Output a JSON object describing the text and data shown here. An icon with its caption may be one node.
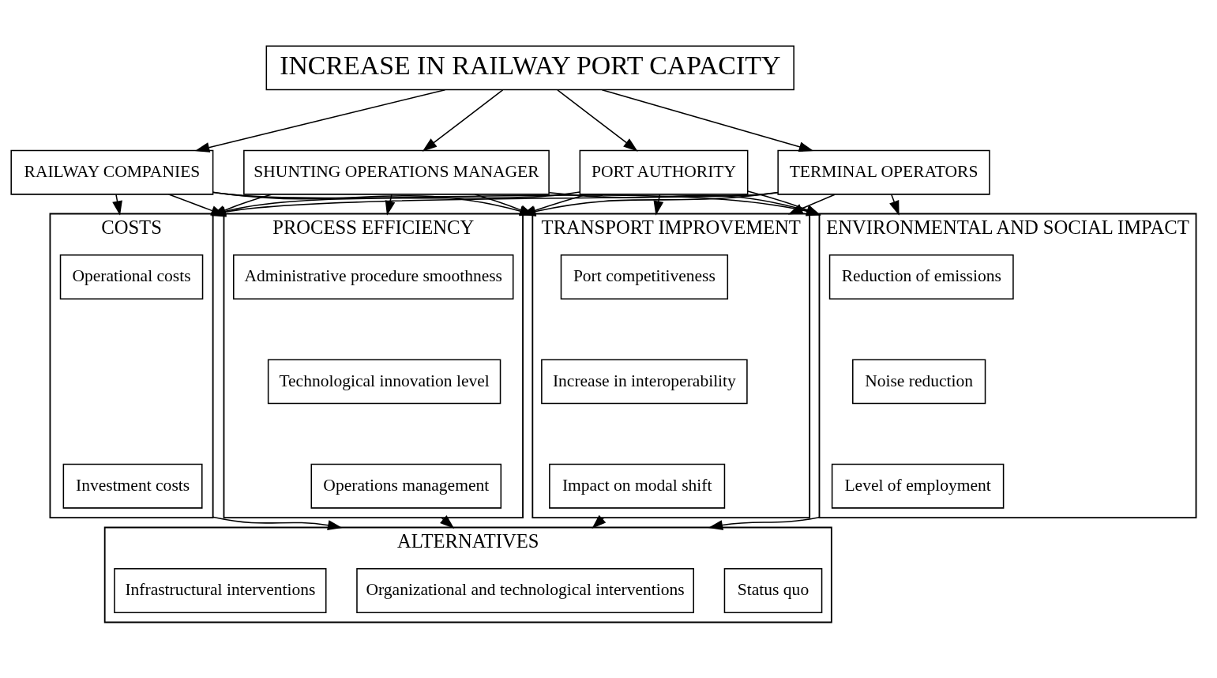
{
  "diagram": {
    "nodes": [
      {
        "text": [
          "INCREASE IN RAILWAY PORT CAPACITY"
        ]
      },
      {
        "text": [
          "PORT AUTHORITY"
        ]
      },
      {
        "text": [
          "TERMINAL OPERATORS"
        ]
      },
      {
        "text": [
          "RAILWAY COMPANIES"
        ]
      },
      {
        "text": [
          "SHUNTING OPERATIONS MANAGER"
        ]
      },
      {
        "text": [
          "COSTS"
        ]
      },
      {
        "text": [
          "Operational costs"
        ],
        "in": 5
      },
      {
        "text": [
          "Investment costs"
        ],
        "in": 5
      },
      {
        "text": [
          "PROCESS EFFICIENCY"
        ]
      },
      {
        "text": [
          "Administrative procedure smoothness"
        ],
        "in": 8
      },
      {
        "text": [
          "Technological innovation level"
        ],
        "in": 8
      },
      {
        "text": [
          "Operations management"
        ],
        "in": 8
      },
      {
        "text": [
          "TRANSPORT IMPROVEMENT"
        ]
      },
      {
        "text": [
          "Port competitiveness"
        ],
        "in": 12
      },
      {
        "text": [
          "Increase in interoperability"
        ],
        "in": 12
      },
      {
        "text": [
          "Impact on modal shift"
        ],
        "in": 12
      },
      {
        "text": [
          "ENVIRONMENTAL AND SOCIAL IMPACT"
        ]
      },
      {
        "text": [
          "Reduction of emissions"
        ],
        "in": 16
      },
      {
        "text": [
          "Noise reduction"
        ],
        "in": 16
      },
      {
        "text": [
          "Level of employment"
        ],
        "in": 16
      },
      {
        "text": [
          "ALTERNATIVES"
        ]
      },
      {
        "text": [
          "Status quo"
        ],
        "in": 20
      },
      {
        "text": [
          "Organizational and technological interventions"
        ],
        "in": 20
      },
      {
        "text": [
          "Infrastructural interventions"
        ],
        "in": 20
      }
    ],
    "edges": [
      {
        "from": 0,
        "to": 1,
        "arrow": "to"
      },
      {
        "from": 0,
        "to": 2,
        "arrow": "to"
      },
      {
        "from": 0,
        "to": 3,
        "arrow": "to"
      },
      {
        "from": 0,
        "to": 4,
        "arrow": "to"
      },
      {
        "from": 1,
        "to": 5,
        "arrow": "to"
      },
      {
        "from": 1,
        "to": 8,
        "arrow": "to"
      },
      {
        "from": 1,
        "to": 12,
        "arrow": "to"
      },
      {
        "from": 1,
        "to": 16,
        "arrow": "to"
      },
      {
        "from": 2,
        "to": 5,
        "arrow": "to"
      },
      {
        "from": 2,
        "to": 8,
        "arrow": "to"
      },
      {
        "from": 2,
        "to": 12,
        "arrow": "to"
      },
      {
        "from": 2,
        "to": 16,
        "arrow": "to"
      },
      {
        "from": 3,
        "to": 5,
        "arrow": "to"
      },
      {
        "from": 3,
        "to": 8,
        "arrow": "to"
      },
      {
        "from": 3,
        "to": 12,
        "arrow": "to"
      },
      {
        "from": 3,
        "to": 16,
        "arrow": "to"
      },
      {
        "from": 4,
        "to": 5,
        "arrow": "to"
      },
      {
        "from": 4,
        "to": 8,
        "arrow": "to"
      },
      {
        "from": 4,
        "to": 12,
        "arrow": "to"
      },
      {
        "from": 4,
        "to": 16,
        "arrow": "to"
      },
      {
        "from": 5,
        "to": 20,
        "arrow": "to"
      },
      {
        "from": 8,
        "to": 20,
        "arrow": "to"
      },
      {
        "from": 12,
        "to": 20,
        "arrow": "to"
      },
      {
        "from": 16,
        "to": 20,
        "arrow": "to"
      }
    ]
  }
}
